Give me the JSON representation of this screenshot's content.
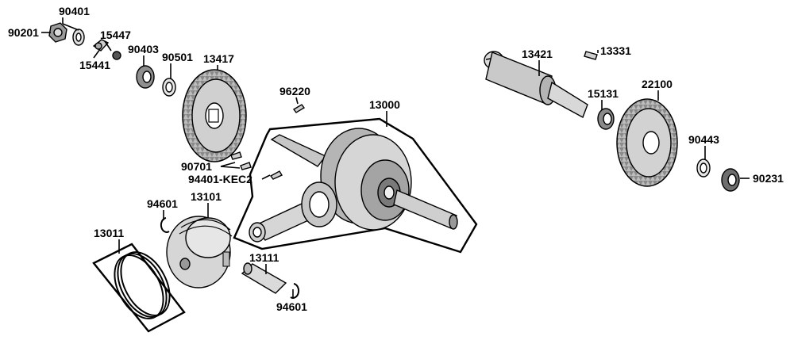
{
  "diagram": {
    "labels": {
      "p90201": "90201",
      "p90401": "90401",
      "p15447": "15447",
      "p15441": "15441",
      "p90403": "90403",
      "p90501": "90501",
      "p13417": "13417",
      "p96220": "96220",
      "p13000": "13000",
      "p13421": "13421",
      "p13331": "13331",
      "p15131": "15131",
      "p22100": "22100",
      "p90443": "90443",
      "p90231": "90231",
      "p90701": "90701",
      "p94401": "94401-KEC2",
      "p94601a": "94601",
      "p13101": "13101",
      "p13011": "13011",
      "p13111": "13111",
      "p94601b": "94601"
    },
    "colors": {
      "line": "#000000",
      "metal": "#cfcfcf",
      "dark": "#6e6e6e",
      "background": "#ffffff"
    }
  }
}
